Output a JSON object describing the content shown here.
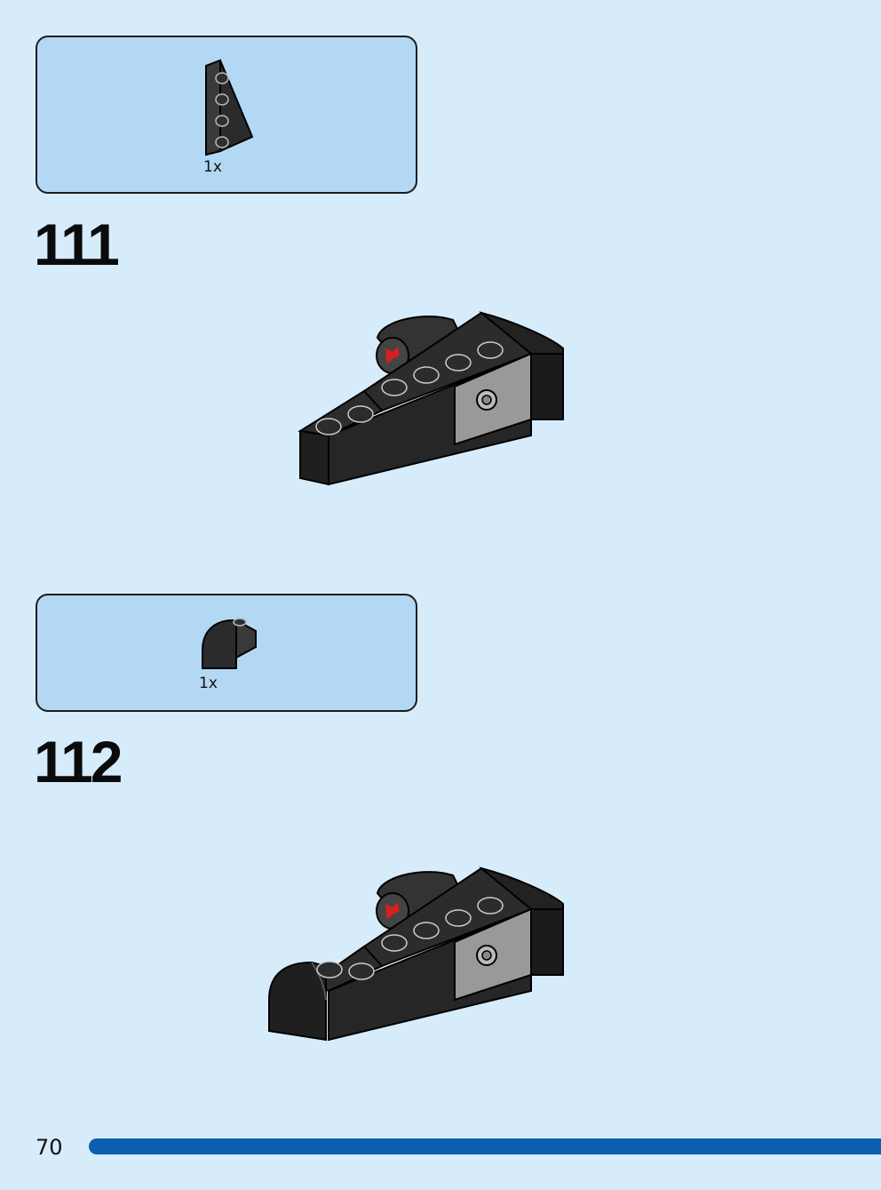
{
  "steps": [
    {
      "number": "111",
      "parts": [
        {
          "name": "wedge-plate-4x2",
          "color": "#2b2b2b",
          "quantity": "1x"
        }
      ]
    },
    {
      "number": "112",
      "parts": [
        {
          "name": "curved-slope-brick",
          "color": "#2b2b2b",
          "quantity": "1x"
        }
      ]
    }
  ],
  "page": {
    "number": "70"
  },
  "colors": {
    "background": "#d6ecfb",
    "parts_box": "#b3d8f4",
    "progress": "#0a5fae",
    "brick": "#2b2b2b",
    "accent": "#d81f1f"
  }
}
